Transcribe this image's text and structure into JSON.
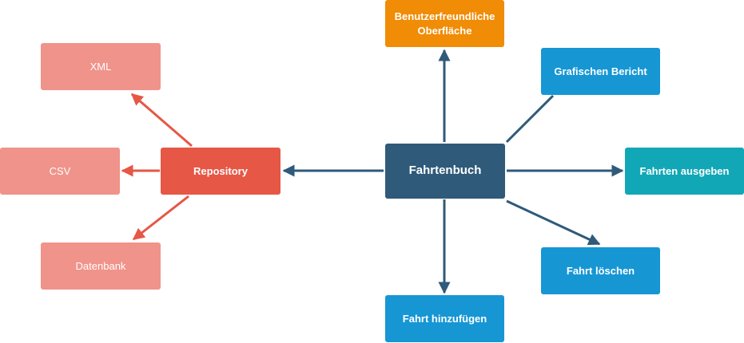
{
  "colors": {
    "center": "#2f5a7a",
    "repository": "#e65746",
    "storage": "#f0938a",
    "ui": "#f08c05",
    "feature_blue": "#1796d4",
    "feature_teal": "#12a7b6",
    "edge_dark": "#2f5a7a",
    "edge_red": "#e65746"
  },
  "nodes": {
    "center": {
      "label": "Fahrtenbuch"
    },
    "repository": {
      "label": "Repository"
    },
    "xml": {
      "label": "XML"
    },
    "csv": {
      "label": "CSV"
    },
    "database": {
      "label": "Datenbank"
    },
    "ui": {
      "label": "Benutzerfreundliche\nOberfläche"
    },
    "report": {
      "label": "Grafischen Bericht"
    },
    "list": {
      "label": "Fahrten ausgeben"
    },
    "delete": {
      "label": "Fahrt löschen"
    },
    "add": {
      "label": "Fahrt hinzufügen"
    }
  },
  "edges": [
    {
      "from": "center",
      "to": "repository",
      "color": "edge_dark"
    },
    {
      "from": "center",
      "to": "ui",
      "color": "edge_dark"
    },
    {
      "from": "center",
      "to": "report",
      "color": "edge_dark"
    },
    {
      "from": "center",
      "to": "list",
      "color": "edge_dark"
    },
    {
      "from": "center",
      "to": "delete",
      "color": "edge_dark"
    },
    {
      "from": "center",
      "to": "add",
      "color": "edge_dark"
    },
    {
      "from": "repository",
      "to": "xml",
      "color": "edge_red"
    },
    {
      "from": "repository",
      "to": "csv",
      "color": "edge_red"
    },
    {
      "from": "repository",
      "to": "database",
      "color": "edge_red"
    }
  ]
}
